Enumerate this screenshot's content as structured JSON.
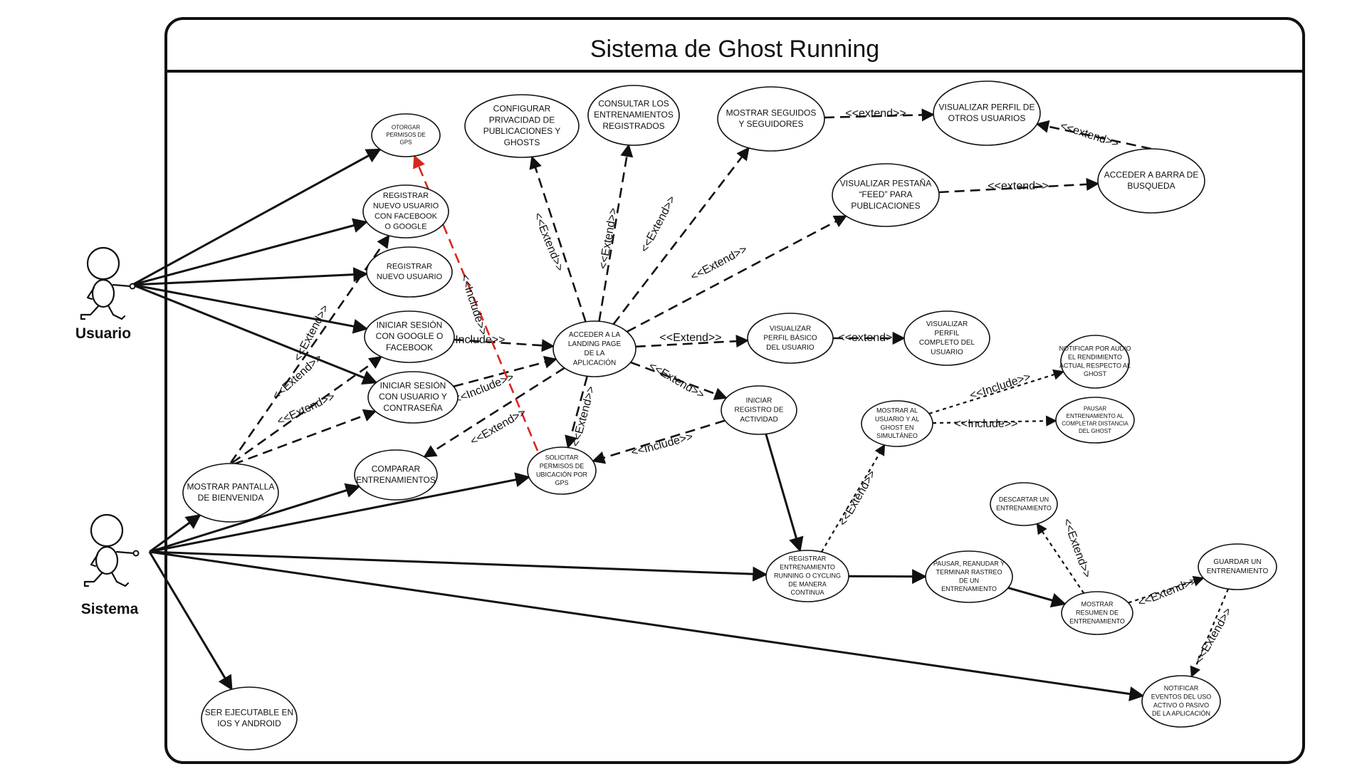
{
  "system": {
    "title": "Sistema de Ghost Running"
  },
  "actors": {
    "usuario": "Usuario",
    "sistema": "Sistema"
  },
  "use_cases": {
    "otorgar_gps": [
      "OTORGAR",
      "PERMISOS DE",
      "GPS"
    ],
    "registrar_fb_google": [
      "REGISTRAR",
      "NUEVO USUARIO",
      "CON FACEBOOK",
      "O GOOGLE"
    ],
    "registrar_usuario": [
      "REGISTRAR",
      "NUEVO USUARIO"
    ],
    "iniciar_google": [
      "INICIAR SESIÓN",
      "CON GOOGLE O",
      "FACEBOOK"
    ],
    "iniciar_usuario": [
      "INICIAR SESIÓN",
      "CON USUARIO Y",
      "CONTRASEÑA"
    ],
    "mostrar_bienvenida": [
      "MOSTRAR PANTALLA",
      "DE BIENVENIDA"
    ],
    "comparar": [
      "COMPARAR",
      "ENTRENAMIENTOS"
    ],
    "solicitar_gps": [
      "SOLICITAR",
      "PERMISOS DE",
      "UBICACIÓN POR",
      "GPS"
    ],
    "ejecutable": [
      "SER EJECUTABLE EN",
      "IOS Y ANDROID"
    ],
    "configurar_privacidad": [
      "CONFIGURAR",
      "PRIVACIDAD DE",
      "PUBLICACIONES Y",
      "GHOSTS"
    ],
    "consultar_entrenamientos": [
      "CONSULTAR LOS",
      "ENTRENAMIENTOS",
      "REGISTRADOS"
    ],
    "mostrar_seguidos": [
      "MOSTRAR SEGUIDOS",
      "Y SEGUIDORES"
    ],
    "visualizar_perfil_otros": [
      "VISUALIZAR PERFIL DE",
      "OTROS USUARIOS"
    ],
    "visualizar_feed": [
      "VISUALIZAR PESTAÑA",
      "“FEED” PARA",
      "PUBLICACIONES"
    ],
    "acceder_busqueda": [
      "ACCEDER A BARRA DE",
      "BUSQUEDA"
    ],
    "acceder_landing": [
      "ACCEDER A LA",
      "LANDING PAGE",
      "DE LA",
      "APLICACIÓN"
    ],
    "perfil_basico": [
      "VISUALIZAR",
      "PERFIL BÁSICO",
      "DEL USUARIO"
    ],
    "perfil_completo": [
      "VISUALIZAR",
      "PERFIL",
      "COMPLETO DEL",
      "USUARIO"
    ],
    "iniciar_registro": [
      "INICIAR",
      "REGISTRO DE",
      "ACTIVIDAD"
    ],
    "mostrar_ghost": [
      "MOSTRAR AL",
      "USUARIO Y AL",
      "GHOST EN",
      "SIMULTÁNEO"
    ],
    "notificar_audio": [
      "NOTIFICAR POR AUDIO",
      "EL RENDIMIENTO",
      "ACTUAL RESPECTO AL",
      "GHOST"
    ],
    "pausar_distancia": [
      "PAUSAR",
      "ENTRENAMIENTO AL",
      "COMPLETAR DISTANCIA",
      "DEL GHOST"
    ],
    "registrar_continua": [
      "REGISTRAR",
      "ENTRENAMIENTO",
      "RUNNING O CYCLING",
      "DE MANERA",
      "CONTINUA"
    ],
    "pausar_reanudar": [
      "PAUSAR, REANUDAR Y",
      "TERMINAR RASTREO",
      "DE UN",
      "ENTRENAMIENTO"
    ],
    "descartar": [
      "DESCARTAR UN",
      "ENTRENAMIENTO"
    ],
    "mostrar_resumen": [
      "MOSTRAR",
      "RESUMEN DE",
      "ENTRENAMIENTO"
    ],
    "guardar": [
      "GUARDAR UN",
      "ENTRENAMIENTO"
    ],
    "notificar_eventos": [
      "NOTIFICAR",
      "EVENTOS DEL USO",
      "ACTIVO O PASIVO",
      "DE LA APLICACIÓN"
    ]
  },
  "relation_labels": {
    "include": "<<Include>>",
    "extend_cap": "<<Extend>>",
    "extend_lower": "<<extend>>"
  },
  "colors": {
    "line": "#111111",
    "include_highlight": "#d9261c",
    "background": "#ffffff"
  }
}
